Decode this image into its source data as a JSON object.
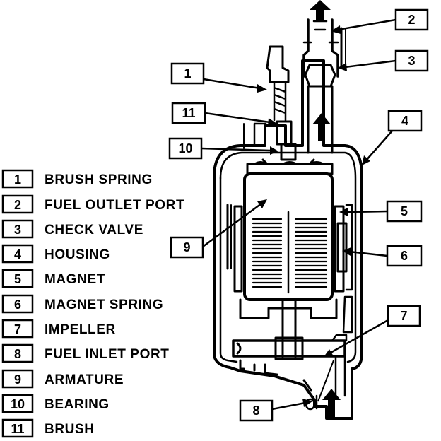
{
  "diagram": {
    "legend": [
      {
        "num": "1",
        "label": "BRUSH SPRING"
      },
      {
        "num": "2",
        "label": "FUEL OUTLET PORT"
      },
      {
        "num": "3",
        "label": "CHECK VALVE"
      },
      {
        "num": "4",
        "label": "HOUSING"
      },
      {
        "num": "5",
        "label": "MAGNET"
      },
      {
        "num": "6",
        "label": "MAGNET SPRING"
      },
      {
        "num": "7",
        "label": "IMPELLER"
      },
      {
        "num": "8",
        "label": "FUEL INLET PORT"
      },
      {
        "num": "9",
        "label": "ARMATURE"
      },
      {
        "num": "10",
        "label": "BEARING"
      },
      {
        "num": "11",
        "label": "BRUSH"
      }
    ],
    "callouts": {
      "c1": "1",
      "c2": "2",
      "c3": "3",
      "c4": "4",
      "c5": "5",
      "c6": "6",
      "c7": "7",
      "c8": "8",
      "c9": "9",
      "c10": "10",
      "c11": "11"
    }
  }
}
